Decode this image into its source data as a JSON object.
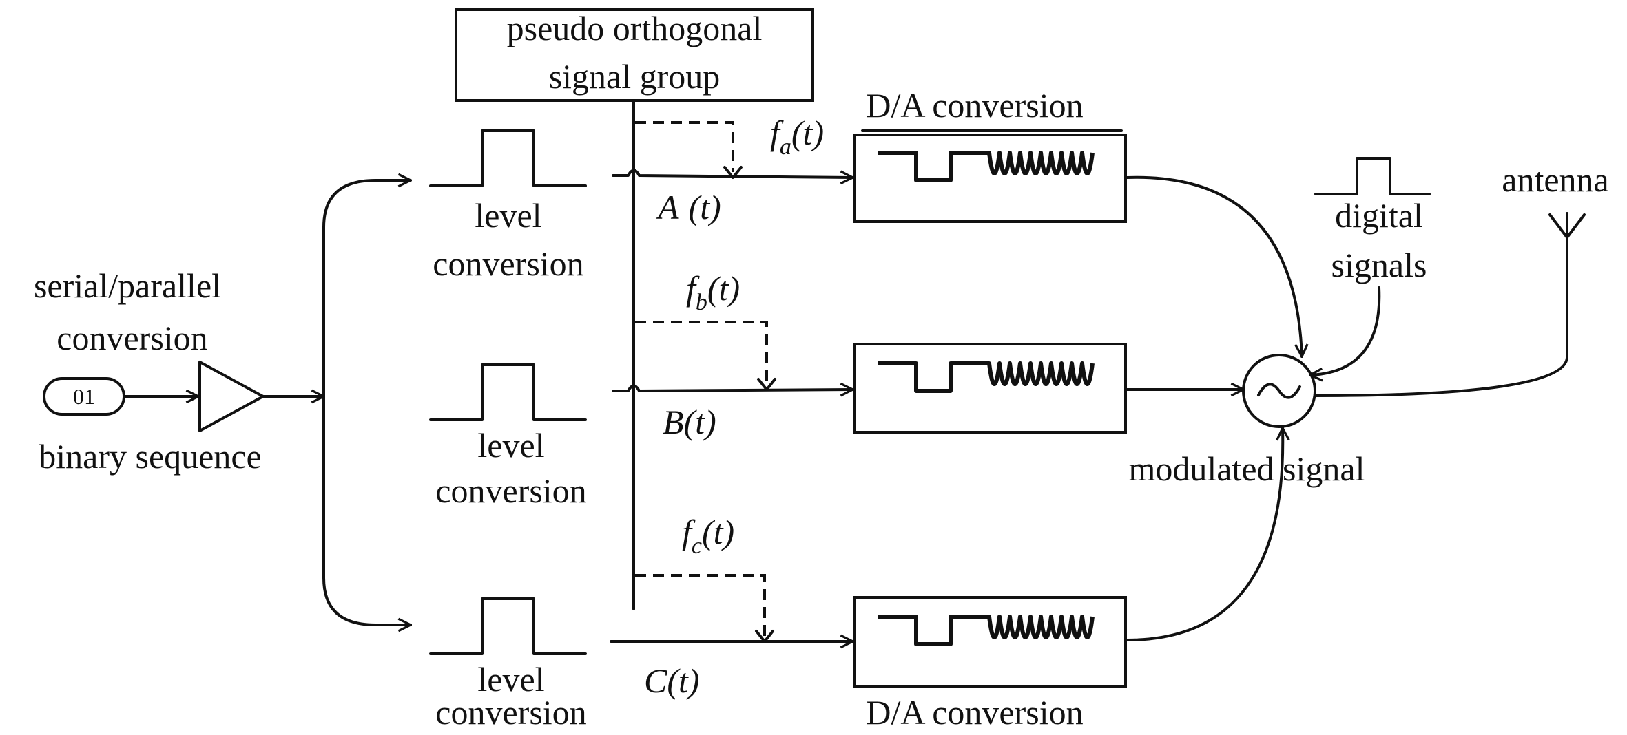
{
  "blocks": {
    "pseudo_line1": "pseudo orthogonal",
    "pseudo_line2": "signal group",
    "da_top": "D/A conversion",
    "da_bottom": "D/A conversion",
    "level_line1": "level",
    "level_line2": "conversion",
    "serial_line1": "serial/parallel",
    "serial_line2": "conversion",
    "binary_value": "01",
    "binary_label": "binary sequence",
    "digital_line1": "digital",
    "digital_line2": "signals",
    "antenna": "antenna",
    "modulated": "modulated signal"
  },
  "signals": {
    "a_sym": "A",
    "a_paren": "(t)",
    "b_sym": "B",
    "b_paren": "(t)",
    "c_sym": "C",
    "c_paren": "(t)",
    "f_sym": "f",
    "fa_sub": "a",
    "fb_sub": "b",
    "fc_sub": "c",
    "f_paren": "(t)"
  }
}
